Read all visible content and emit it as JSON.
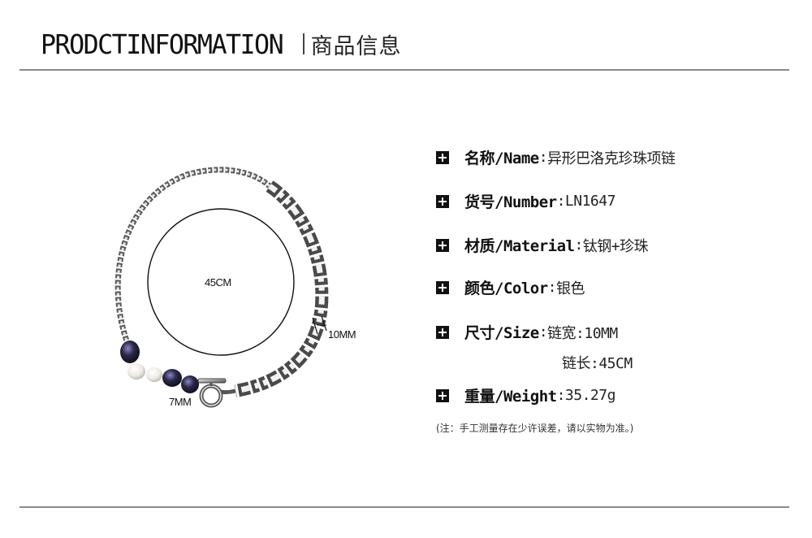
{
  "header": {
    "title_en": "PRODCTINFORMATION",
    "title_cn": "商品信息"
  },
  "figure": {
    "circle_label": "45CM",
    "width_label": "10MM",
    "pearl_label": "7MM"
  },
  "specs": {
    "name": {
      "key": "名称/Name",
      "sep": ":",
      "value": "异形巴洛克珍珠项链"
    },
    "number": {
      "key": "货号/Number",
      "sep": ":",
      "value": "LN1647"
    },
    "material": {
      "key": "材质/Material",
      "sep": ":",
      "value": "钛钢+珍珠"
    },
    "color": {
      "key": "颜色/Color",
      "sep": ":",
      "value": "银色"
    },
    "size": {
      "key": "尺寸/Size",
      "sep": ":",
      "value": "链宽:10MM",
      "value2": "链长:45CM"
    },
    "weight": {
      "key": "重量/Weight",
      "sep": ":",
      "value": "35.27g"
    }
  },
  "note": "(注：手工测量存在少许误差，请以实物为准。)"
}
